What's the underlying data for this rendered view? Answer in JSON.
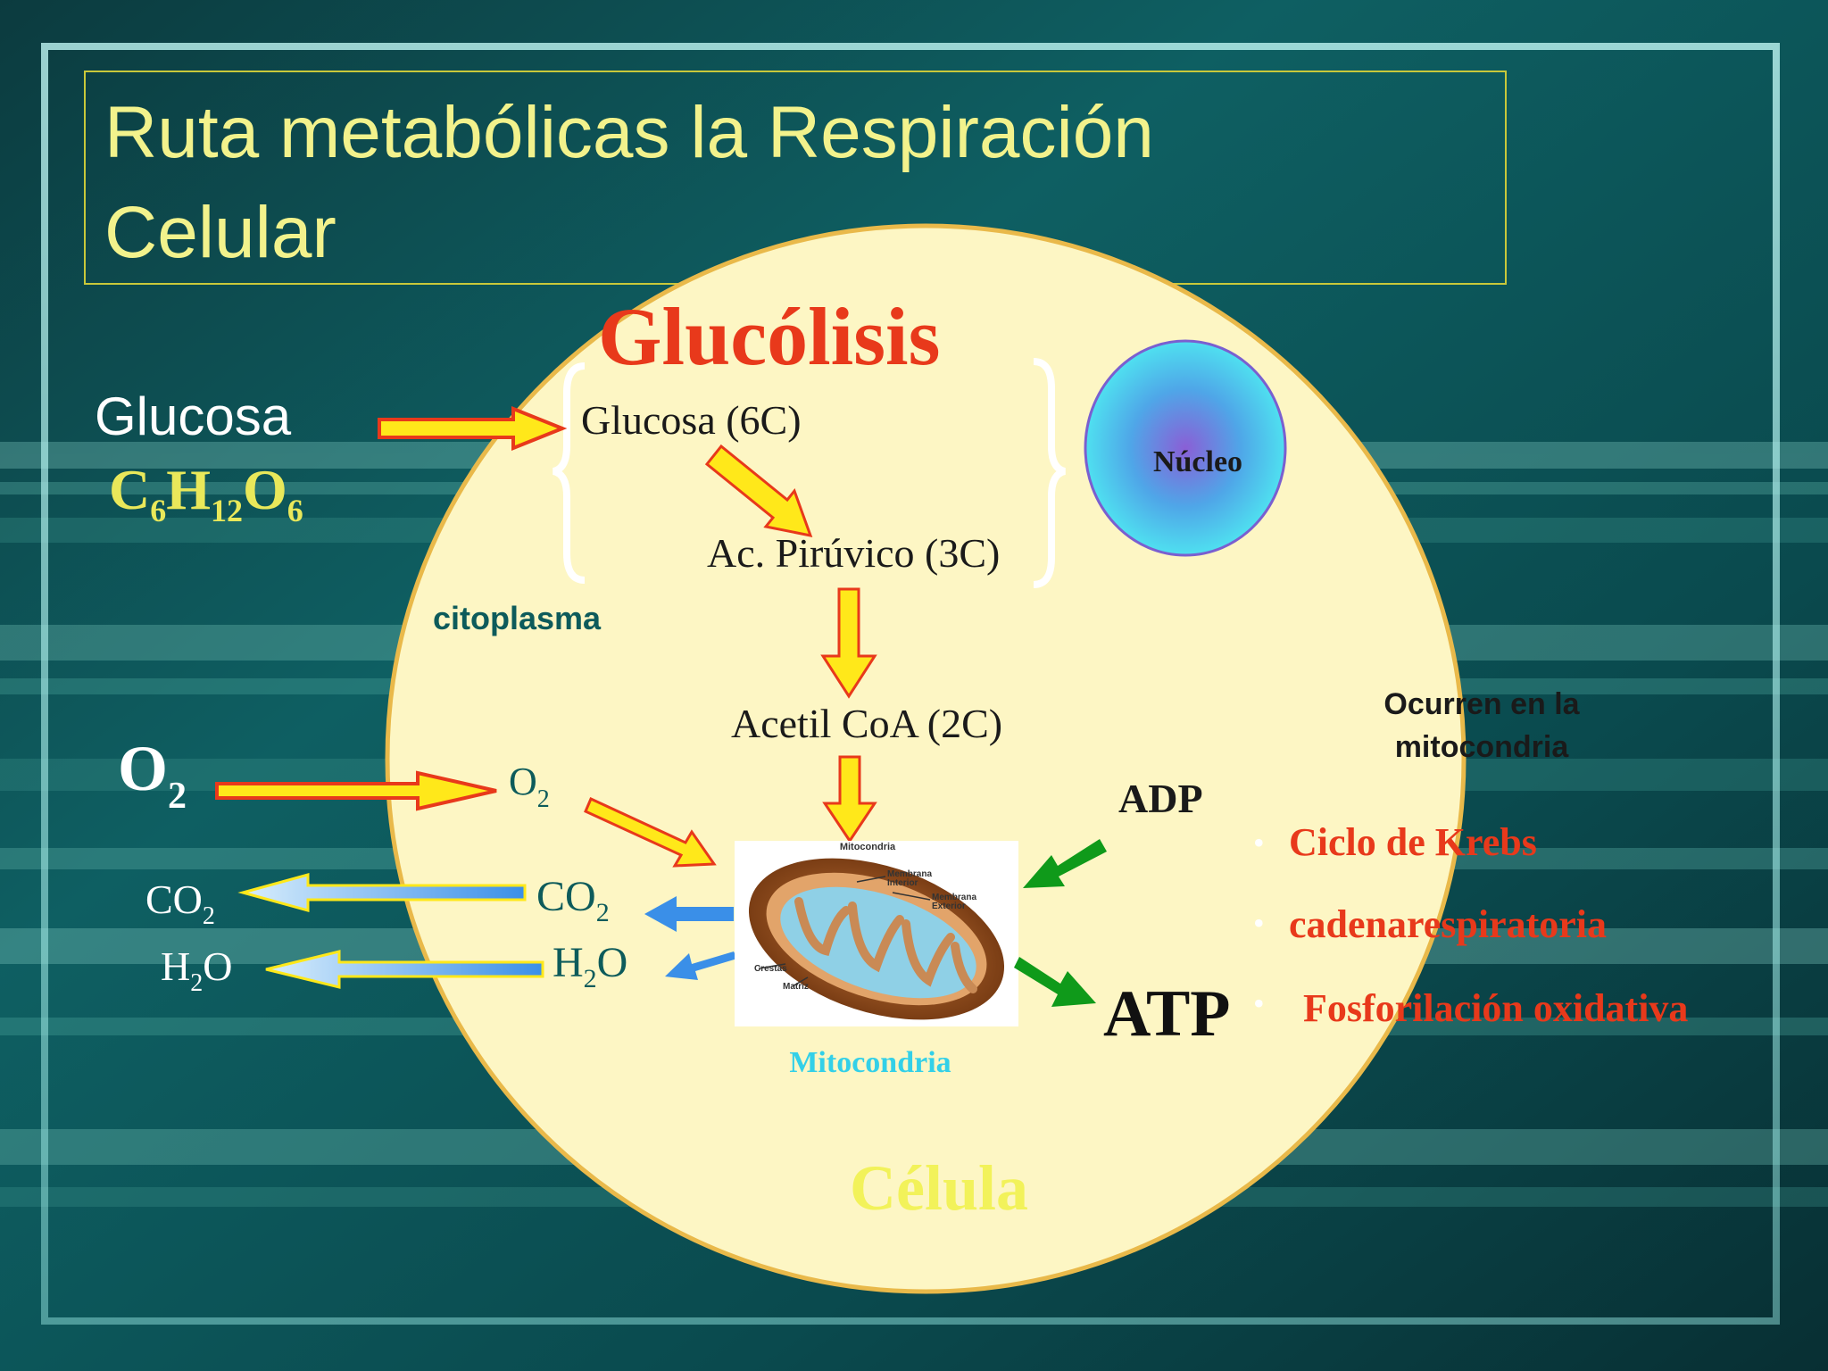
{
  "slide": {
    "title_line1": "Ruta metabólicas la Respiración",
    "title_line2": "Celular"
  },
  "labels": {
    "glucolisis": "Glucólisis",
    "glucosa_outside": "Glucosa",
    "formula_c": "C",
    "formula_c_sub": "6",
    "formula_h": "H",
    "formula_h_sub": "12",
    "formula_o": "O",
    "formula_o_sub": "6",
    "glucosa_6c": "Glucosa (6C)",
    "piruvico": "Ac. Pirúvico (3C)",
    "acetil": "Acetil CoA (2C)",
    "citoplasma": "citoplasma",
    "nucleo": "Núcleo",
    "o2_outside": "O",
    "o2_outside_sub": "2",
    "o2_inside": "O",
    "o2_inside_sub": "2",
    "co2_outside": "CO",
    "co2_outside_sub": "2",
    "co2_inside": "CO",
    "co2_inside_sub": "2",
    "h2o_outside_h": "H",
    "h2o_outside_sub": "2",
    "h2o_outside_o": "O",
    "h2o_inside_h": "H",
    "h2o_inside_sub": "2",
    "h2o_inside_o": "O",
    "adp": "ADP",
    "atp": "ATP",
    "mitocondria_caption": "Mitocondria",
    "celula": "Célula",
    "ocurren_line1": "Ocurren en la",
    "ocurren_line2": "mitocondria",
    "bullets": [
      "Ciclo de Krebs",
      "cadenarespiratoria",
      "Fosforilación oxidativa"
    ],
    "bullet_glyph": "•"
  },
  "mito_figure": {
    "title": "Mitocondria",
    "membrana_interior_1": "Membrana",
    "membrana_interior_2": "Interior",
    "membrana_exterior_1": "Membrana",
    "membrana_exterior_2": "Exterior",
    "crestas": "Crestas",
    "matriz": "Matriz"
  },
  "colors": {
    "title_yellow": "#f2f28c",
    "cell_fill": "#fdf6c4",
    "red_title": "#e8391b",
    "bullet_red": "#e8391b",
    "blue_arrow": "#3a8fe8",
    "green_arrow": "#0f9a1a",
    "teal_text": "#0d5b5b",
    "cyan_caption": "#33d0e8"
  }
}
